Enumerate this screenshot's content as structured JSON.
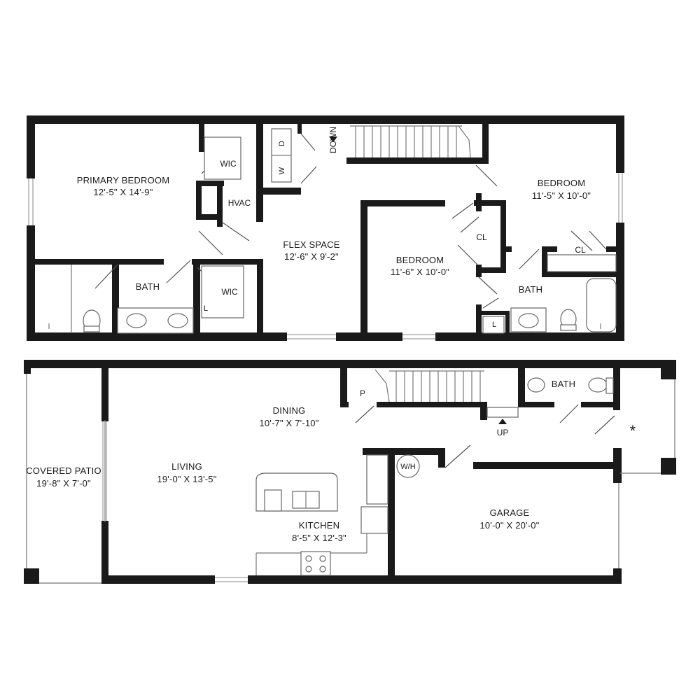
{
  "upper_floor": {
    "primary_bedroom": {
      "name": "PRIMARY BEDROOM",
      "dims": "12'-5\" X 14'-9\""
    },
    "wic_1": "WIC",
    "wic_2": "WIC",
    "hvac": "HVAC",
    "washer": "W",
    "dryer": "D",
    "down": "DOWN",
    "primary_bath": "BATH",
    "linen_1": "L",
    "flex_space": {
      "name": "FLEX SPACE",
      "dims": "12'-6\" X 9'-2\""
    },
    "bedroom_middle": {
      "name": "BEDROOM",
      "dims": "11'-6\" X 10'-0\""
    },
    "closet_1": "CL",
    "bedroom_right": {
      "name": "BEDROOM",
      "dims": "11'-5\" X 10'-0\""
    },
    "closet_2": "CL",
    "bath_2": "BATH",
    "linen_2": "L"
  },
  "lower_floor": {
    "covered_patio": {
      "name": "COVERED PATIO",
      "dims": "19'-8\" X 7'-0\""
    },
    "living": {
      "name": "LIVING",
      "dims": "19'-0\" X 13'-5\""
    },
    "dining": {
      "name": "DINING",
      "dims": "10'-7\" X 7'-10\""
    },
    "pantry": "P",
    "up": "UP",
    "powder_bath": "BATH",
    "water_heater": "W/H",
    "kitchen": {
      "name": "KITCHEN",
      "dims": "8'-5\" X 12'-3\""
    },
    "garage": {
      "name": "GARAGE",
      "dims": "10'-0\" X 20'-0\""
    },
    "asterisk": "*"
  }
}
